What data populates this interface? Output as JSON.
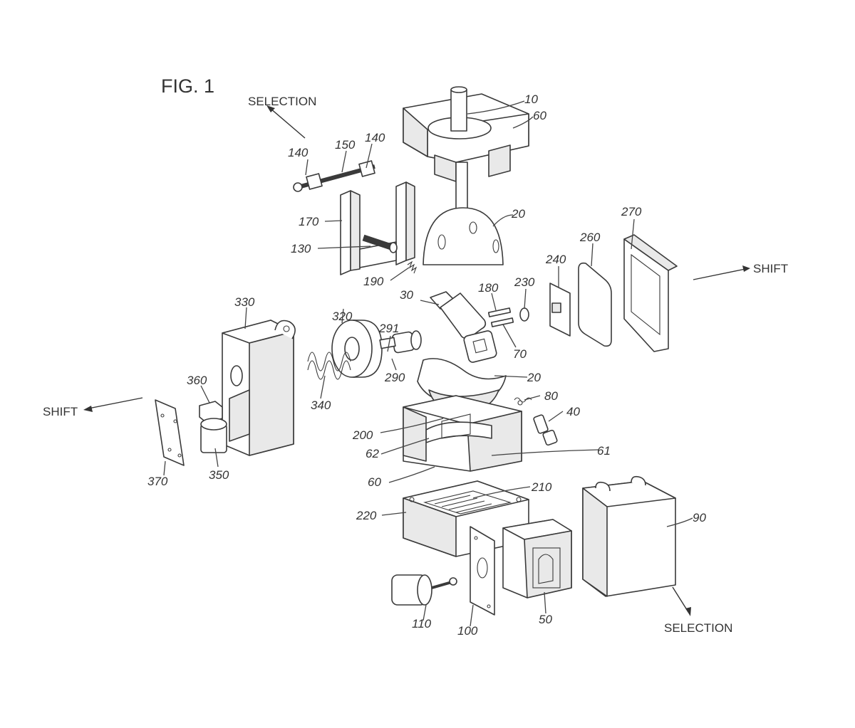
{
  "figure_title": "FIG. 1",
  "directions": {
    "selection_top": "SELECTION",
    "selection_bottom": "SELECTION",
    "shift_right": "SHIFT",
    "shift_left": "SHIFT"
  },
  "references": {
    "r10": "10",
    "r60a": "60",
    "r140a": "140",
    "r150": "150",
    "r140b": "140",
    "r20a": "20",
    "r170": "170",
    "r130": "130",
    "r190": "190",
    "r270": "270",
    "r260": "260",
    "r240": "240",
    "r230": "230",
    "r180": "180",
    "r30": "30",
    "r330": "330",
    "r320": "320",
    "r291": "291",
    "r70": "70",
    "r290": "290",
    "r20b": "20",
    "r360": "360",
    "r340": "340",
    "r80": "80",
    "r40": "40",
    "r200": "200",
    "r62": "62",
    "r61": "61",
    "r370": "370",
    "r350": "350",
    "r60b": "60",
    "r210": "210",
    "r220": "220",
    "r90": "90",
    "r110": "110",
    "r100": "100",
    "r50": "50"
  }
}
